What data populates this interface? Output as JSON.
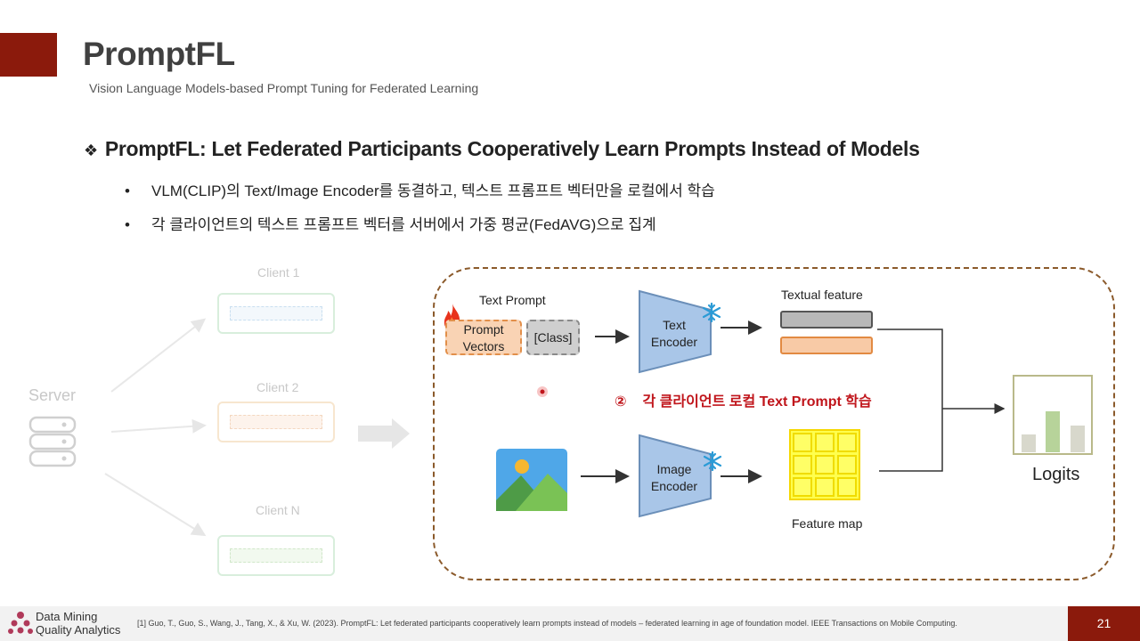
{
  "slide": {
    "title": "PromptFL",
    "subtitle": "Vision Language Models-based Prompt Tuning for Federated Learning",
    "heading": "PromptFL: Let Federated Participants Cooperatively Learn Prompts Instead of Models",
    "heading_marker": "❖",
    "bullets": [
      "VLM(CLIP)의 Text/Image Encoder를 동결하고, 텍스트 프롬프트 벡터만을 로컬에서 학습",
      "각 클라이언트의 텍스트 프롬프트 벡터를 서버에서 가중 평균(FedAVG)으로 집계"
    ],
    "bullet_marker": "•"
  },
  "left_diagram": {
    "server_label": "Server",
    "clients": [
      "Client 1",
      "Client 2",
      "Client N"
    ]
  },
  "diagram": {
    "text_prompt_label": "Text Prompt",
    "prompt_vectors": "Prompt\nVectors",
    "class_label": "[Class]",
    "text_encoder": "Text\nEncoder",
    "image_encoder": "Image\nEncoder",
    "textual_feature": "Textual feature",
    "feature_map": "Feature map",
    "logits": "Logits",
    "step_marker": "②",
    "step_text": "각 클라이언트 로컬 Text Prompt 학습",
    "icons": [
      "fire-icon",
      "snowflake-icon",
      "image-icon",
      "database-icon",
      "bar-chart-icon"
    ]
  },
  "colors": {
    "accent": "#8b1a0c",
    "step_red": "#c0151b",
    "encoder_blue": "#a9c6e8",
    "feature_yellow": "#ffff4d",
    "logit_green": "#b7d39a"
  },
  "footer": {
    "logo_line1": "Data Mining",
    "logo_line2": "Quality Analytics",
    "reference": "[1] Guo, T., Guo, S., Wang, J., Tang, X., & Xu, W. (2023). PromptFL: Let federated participants cooperatively learn prompts instead of models – federated learning in age of foundation model. IEEE Transactions on Mobile Computing.",
    "page_number": "21"
  }
}
